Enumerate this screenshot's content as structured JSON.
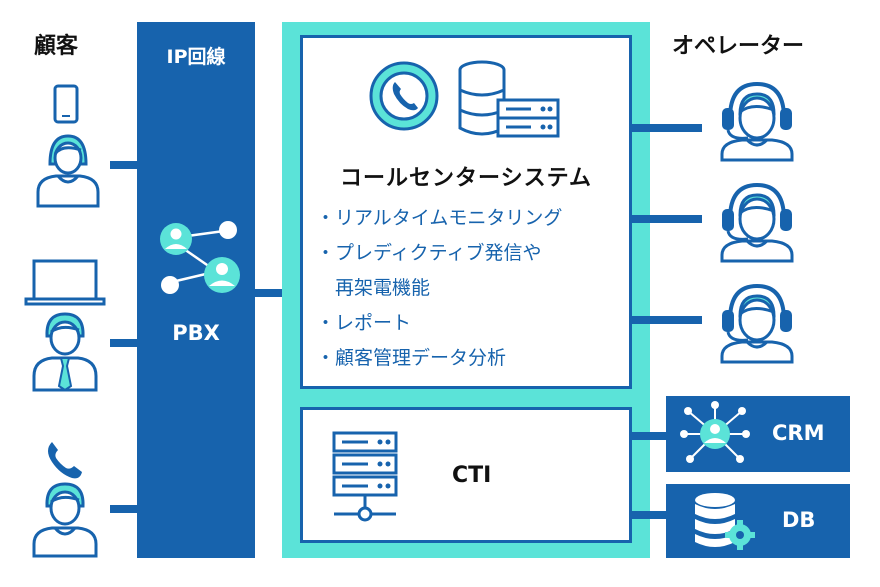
{
  "labels": {
    "customers": "顧客",
    "ip_line": "IP回線",
    "pbx": "PBX",
    "operators": "オペレーター",
    "call_center_system": "コールセンターシステム",
    "cti": "CTI",
    "crm": "CRM",
    "db": "DB"
  },
  "features": [
    "・リアルタイムモニタリング",
    "・プレディクティブ発信や",
    "　再架電機能",
    "・レポート",
    "・顧客管理データ分析"
  ],
  "colors": {
    "blue": "#1763ad",
    "teal": "#5be3d8",
    "white": "#ffffff"
  }
}
